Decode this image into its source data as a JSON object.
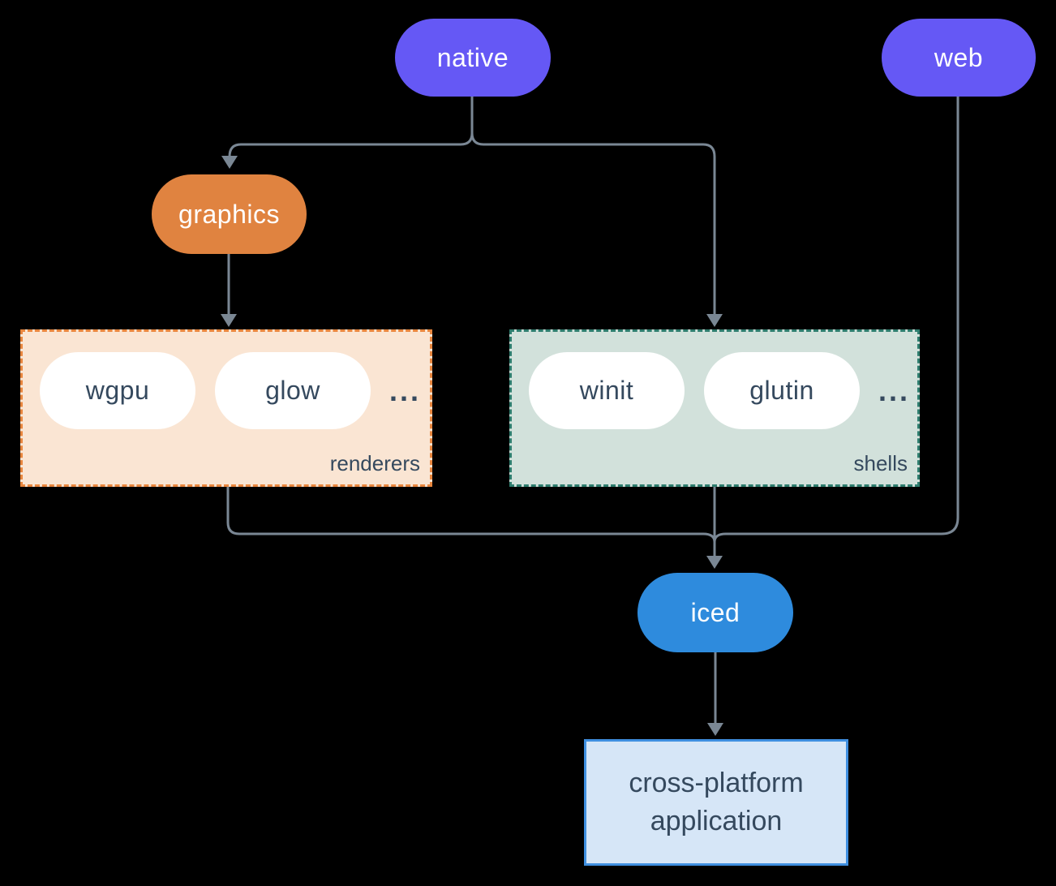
{
  "style": {
    "background": "#000000",
    "connector_color": "#7a8794",
    "purple": "#6558f5",
    "orange": "#e08340",
    "blue": "#2e8bdd",
    "navy_text": "#35495e",
    "white_pill": "#ffffff",
    "renderers_fill": "#fae5d3",
    "renderers_border": "#e8863e",
    "shells_fill": "#d2e1db",
    "shells_border": "#2e7d6e",
    "app_fill": "#d6e6f7",
    "app_border": "#3f8fe0"
  },
  "nodes": {
    "native": {
      "label": "native"
    },
    "web": {
      "label": "web"
    },
    "graphics": {
      "label": "graphics"
    },
    "iced": {
      "label": "iced"
    }
  },
  "groups": {
    "renderers": {
      "caption": "renderers",
      "pills": [
        "wgpu",
        "glow"
      ],
      "ellipsis": "..."
    },
    "shells": {
      "caption": "shells",
      "pills": [
        "winit",
        "glutin"
      ],
      "ellipsis": "..."
    }
  },
  "app": {
    "line1": "cross-platform",
    "line2": "application"
  }
}
